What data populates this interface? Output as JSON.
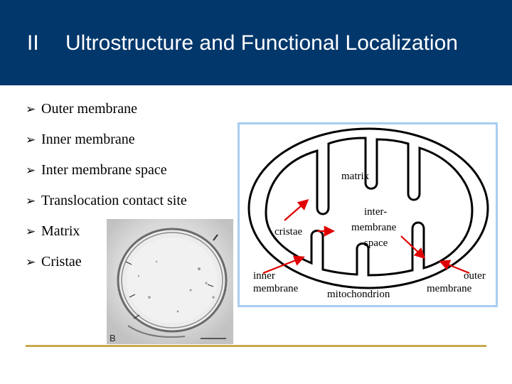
{
  "header": {
    "number": "II",
    "title": "Ultrostructure and Functional Localization"
  },
  "bullets": [
    "Outer membrane",
    "Inner membrane",
    "Inter membrane space",
    "Translocation contact site",
    "Matrix",
    "Cristae"
  ],
  "micrograph": {
    "label": "B"
  },
  "diagram": {
    "labels": {
      "matrix": "matrix",
      "inter_1": "inter-",
      "inter_2": "membrane",
      "inter_3": "space",
      "cristae": "cristae",
      "inner_1": "inner",
      "inner_2": "membrane",
      "mitochondrion": "mitochondrion",
      "outer_1": "outer",
      "outer_2": "membrane"
    },
    "frame_color": "#a9cdf0",
    "arrow_color": "#e00000"
  },
  "colors": {
    "header_bg": "#02376b",
    "rule": "#c9a94a"
  }
}
